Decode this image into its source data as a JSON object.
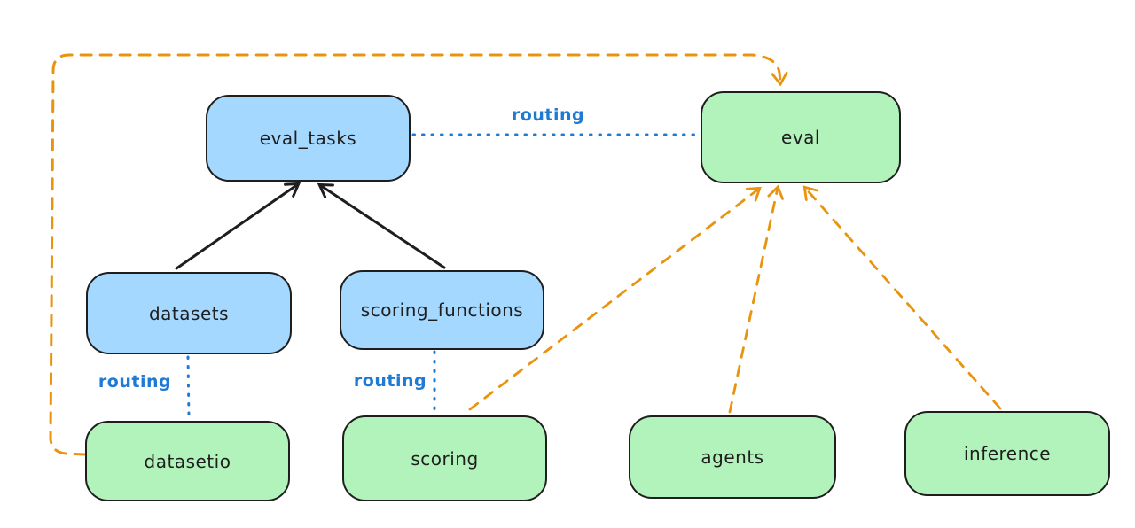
{
  "diagram": {
    "title": "",
    "nodes": {
      "eval_tasks": {
        "label": "eval_tasks",
        "kind": "api"
      },
      "eval": {
        "label": "eval",
        "kind": "provider"
      },
      "datasets": {
        "label": "datasets",
        "kind": "api"
      },
      "scoring_functions": {
        "label": "scoring_functions",
        "kind": "api"
      },
      "datasetio": {
        "label": "datasetio",
        "kind": "provider"
      },
      "scoring": {
        "label": "scoring",
        "kind": "provider"
      },
      "agents": {
        "label": "agents",
        "kind": "provider"
      },
      "inference": {
        "label": "inference",
        "kind": "provider"
      }
    },
    "edges": [
      {
        "from": "eval_tasks",
        "to": "eval",
        "label": "routing",
        "style": "blue-dotted"
      },
      {
        "from": "datasets",
        "to": "datasetio",
        "label": "routing",
        "style": "blue-dotted"
      },
      {
        "from": "scoring_functions",
        "to": "scoring",
        "label": "routing",
        "style": "blue-dotted"
      },
      {
        "from": "datasets",
        "to": "eval_tasks",
        "label": "",
        "style": "black-solid-arrow"
      },
      {
        "from": "scoring_functions",
        "to": "eval_tasks",
        "label": "",
        "style": "black-solid-arrow"
      },
      {
        "from": "datasetio",
        "to": "eval",
        "label": "",
        "style": "orange-dashed-arrow"
      },
      {
        "from": "scoring",
        "to": "eval",
        "label": "",
        "style": "orange-dashed-arrow"
      },
      {
        "from": "agents",
        "to": "eval",
        "label": "",
        "style": "orange-dashed-arrow"
      },
      {
        "from": "inference",
        "to": "eval",
        "label": "",
        "style": "orange-dashed-arrow"
      }
    ],
    "colors": {
      "api_fill": "#a5d8ff",
      "provider_fill": "#b2f2bb",
      "border": "#1e1e1e",
      "routing_blue": "#1f7ad4",
      "arrow_orange": "#e8940e",
      "arrow_black": "#1e1e1e",
      "background": "#ffffff"
    }
  }
}
